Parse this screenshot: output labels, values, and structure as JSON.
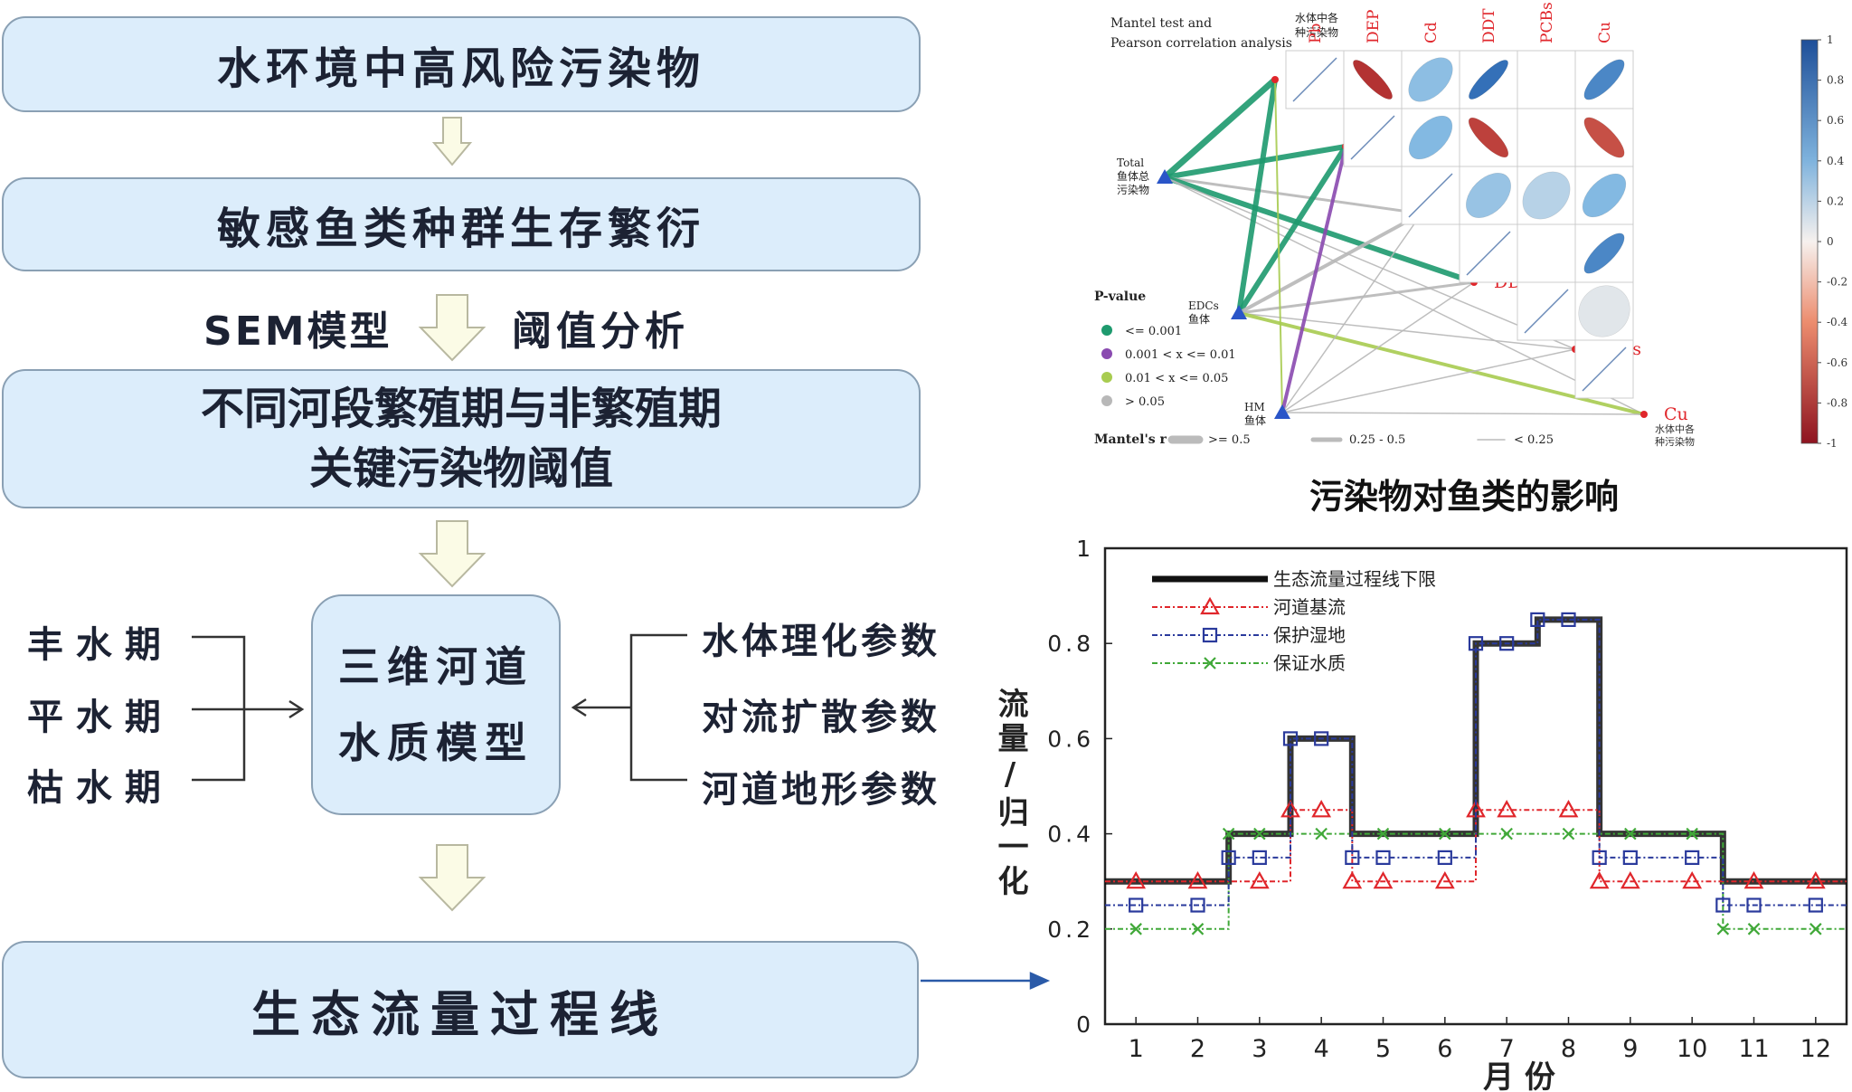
{
  "flow": {
    "box1": "水环境中高风险污染物",
    "box2": "敏感鱼类种群生存繁衍",
    "sem_label": "SEM模型",
    "threshold_label": "阈值分析",
    "box3_line1": "不同河段繁殖期与非繁殖期",
    "box3_line2": "关键污染物阈值",
    "model_line1": "三维河道",
    "model_line2": "水质模型",
    "box_final": "生态流量过程线",
    "left_inputs": [
      "丰 水 期",
      "平 水 期",
      "枯 水 期"
    ],
    "right_inputs": [
      "水体理化参数",
      "对流扩散参数",
      "河道地形参数"
    ]
  },
  "colors": {
    "box_fill": "#dcedfb",
    "box_border": "#8aa0b4",
    "arrow_fill": "#fbfbe6",
    "arrow_stroke": "#b8b8a0"
  },
  "mantel": {
    "title_line1": "Mantel test and",
    "title_line2": "Pearson correlation analysis",
    "corner_label_line1": "水体中各",
    "corner_label_line2": "种污染物",
    "vars": [
      "Pb",
      "DEP",
      "Cd",
      "DDT",
      "PCBs",
      "Cu"
    ],
    "nodes": [
      {
        "line1": "Total",
        "line2": "鱼体总",
        "line3": "污染物"
      },
      {
        "line1": "EDCs",
        "line2": "鱼体"
      },
      {
        "line1": "HM",
        "line2": "鱼体"
      }
    ],
    "cu_sub_line1": "水体中各",
    "cu_sub_line2": "种污染物",
    "pvalue_title": "P-value",
    "pvalue_items": [
      {
        "label": "<= 0.001",
        "color": "#1e9a6e"
      },
      {
        "label": "0.001 < x <= 0.01",
        "color": "#8a4ab0"
      },
      {
        "label": "0.01 < x <= 0.05",
        "color": "#a8cc50"
      },
      {
        "label": "> 0.05",
        "color": "#b8b8b8"
      }
    ],
    "mantel_r_title": "Mantel's r",
    "mantel_r_items": [
      ">= 0.5",
      "0.25 - 0.5",
      "< 0.25"
    ],
    "colorbar_ticks": [
      "1",
      "0.8",
      "0.6",
      "0.4",
      "0.2",
      "0",
      "-0.2",
      "-0.4",
      "-0.6",
      "-0.8",
      "-1"
    ],
    "correlations": [
      {
        "row": 0,
        "col": 1,
        "r": -0.9
      },
      {
        "row": 0,
        "col": 2,
        "r": 0.5
      },
      {
        "row": 0,
        "col": 3,
        "r": 0.9
      },
      {
        "row": 0,
        "col": 5,
        "r": 0.8
      },
      {
        "row": 1,
        "col": 2,
        "r": 0.55
      },
      {
        "row": 1,
        "col": 3,
        "r": -0.85
      },
      {
        "row": 1,
        "col": 5,
        "r": -0.8
      },
      {
        "row": 2,
        "col": 3,
        "r": 0.45
      },
      {
        "row": 2,
        "col": 4,
        "r": 0.3
      },
      {
        "row": 2,
        "col": 5,
        "r": 0.55
      },
      {
        "row": 3,
        "col": 5,
        "r": 0.8
      },
      {
        "row": 4,
        "col": 5,
        "r": 0.1
      }
    ],
    "caption": "污染物对鱼类的影响"
  },
  "chart_data": {
    "type": "line",
    "xlabel": "月 份",
    "ylabel": "流量/归一化",
    "ylim": [
      0,
      1
    ],
    "xlim": [
      0.5,
      12.5
    ],
    "x_ticks": [
      "1",
      "2",
      "3",
      "4",
      "5",
      "6",
      "7",
      "8",
      "9",
      "10",
      "11",
      "12"
    ],
    "y_ticks": [
      "0",
      "0.2",
      "0.4",
      "0.6",
      "0.8",
      "1"
    ],
    "series": [
      {
        "name": "生态流量过程线下限",
        "color": "#111111",
        "marker": "none",
        "values": [
          0.3,
          0.3,
          0.4,
          0.6,
          0.4,
          0.4,
          0.8,
          0.85,
          0.4,
          0.4,
          0.3,
          0.3
        ]
      },
      {
        "name": "河道基流",
        "color": "#e0262b",
        "marker": "triangle",
        "values": [
          0.3,
          0.3,
          0.3,
          0.45,
          0.3,
          0.3,
          0.45,
          0.45,
          0.3,
          0.3,
          0.3,
          0.3
        ]
      },
      {
        "name": "保护湿地",
        "color": "#2a3a9c",
        "marker": "square",
        "values": [
          0.25,
          0.25,
          0.35,
          0.6,
          0.35,
          0.35,
          0.8,
          0.85,
          0.35,
          0.35,
          0.25,
          0.25
        ]
      },
      {
        "name": "保证水质",
        "color": "#40a838",
        "marker": "x",
        "values": [
          0.2,
          0.2,
          0.4,
          0.4,
          0.4,
          0.4,
          0.4,
          0.4,
          0.4,
          0.4,
          0.2,
          0.2
        ]
      }
    ]
  }
}
